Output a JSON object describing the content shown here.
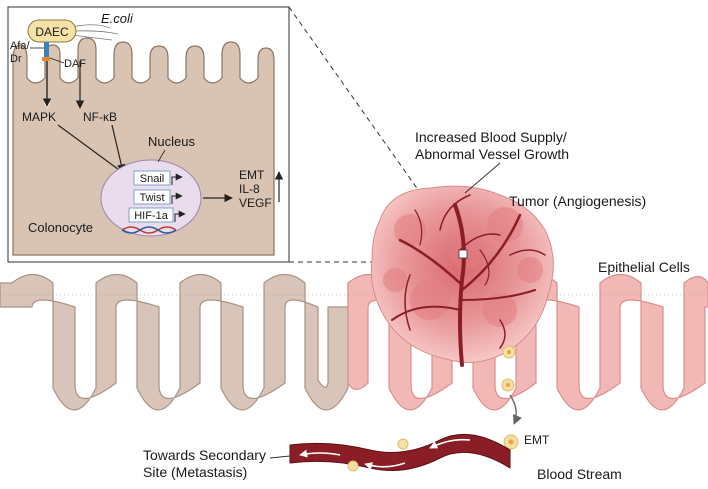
{
  "inset": {
    "bacterium_label": "DAEC",
    "species_label": "E.coli",
    "adhesin_label_line1": "Afa/",
    "adhesin_label_line2": "Dr",
    "receptor_label": "DAF",
    "pathway_left": "MAPK",
    "pathway_right": "NF-κB",
    "nucleus_label": "Nucleus",
    "genes": [
      "Snail",
      "Twist",
      "HIF-1a"
    ],
    "outputs": [
      "EMT",
      "IL-8",
      "VEGF"
    ],
    "cell_label": "Colonocyte"
  },
  "main": {
    "vessel_note_line1": "Increased Blood Supply/",
    "vessel_note_line2": "Abnormal Vessel Growth",
    "tumor_label": "Tumor (Angiogenesis)",
    "epithelium_label": "Epithelial Cells",
    "emt_label": "EMT",
    "blood_label": "Blood Stream",
    "metastasis_line1": "Towards Secondary",
    "metastasis_line2": "Site (Metastasis)"
  },
  "colors": {
    "cell_fill": "#d9c3b3",
    "epithelium_normal": "#d8c4b8",
    "epithelium_tumor": "#f2b8b5",
    "vessel": "#8b1d26",
    "tumor": "#e07c80",
    "nucleus": "#e8dced",
    "migrating_cell": "#f6dfa4"
  }
}
